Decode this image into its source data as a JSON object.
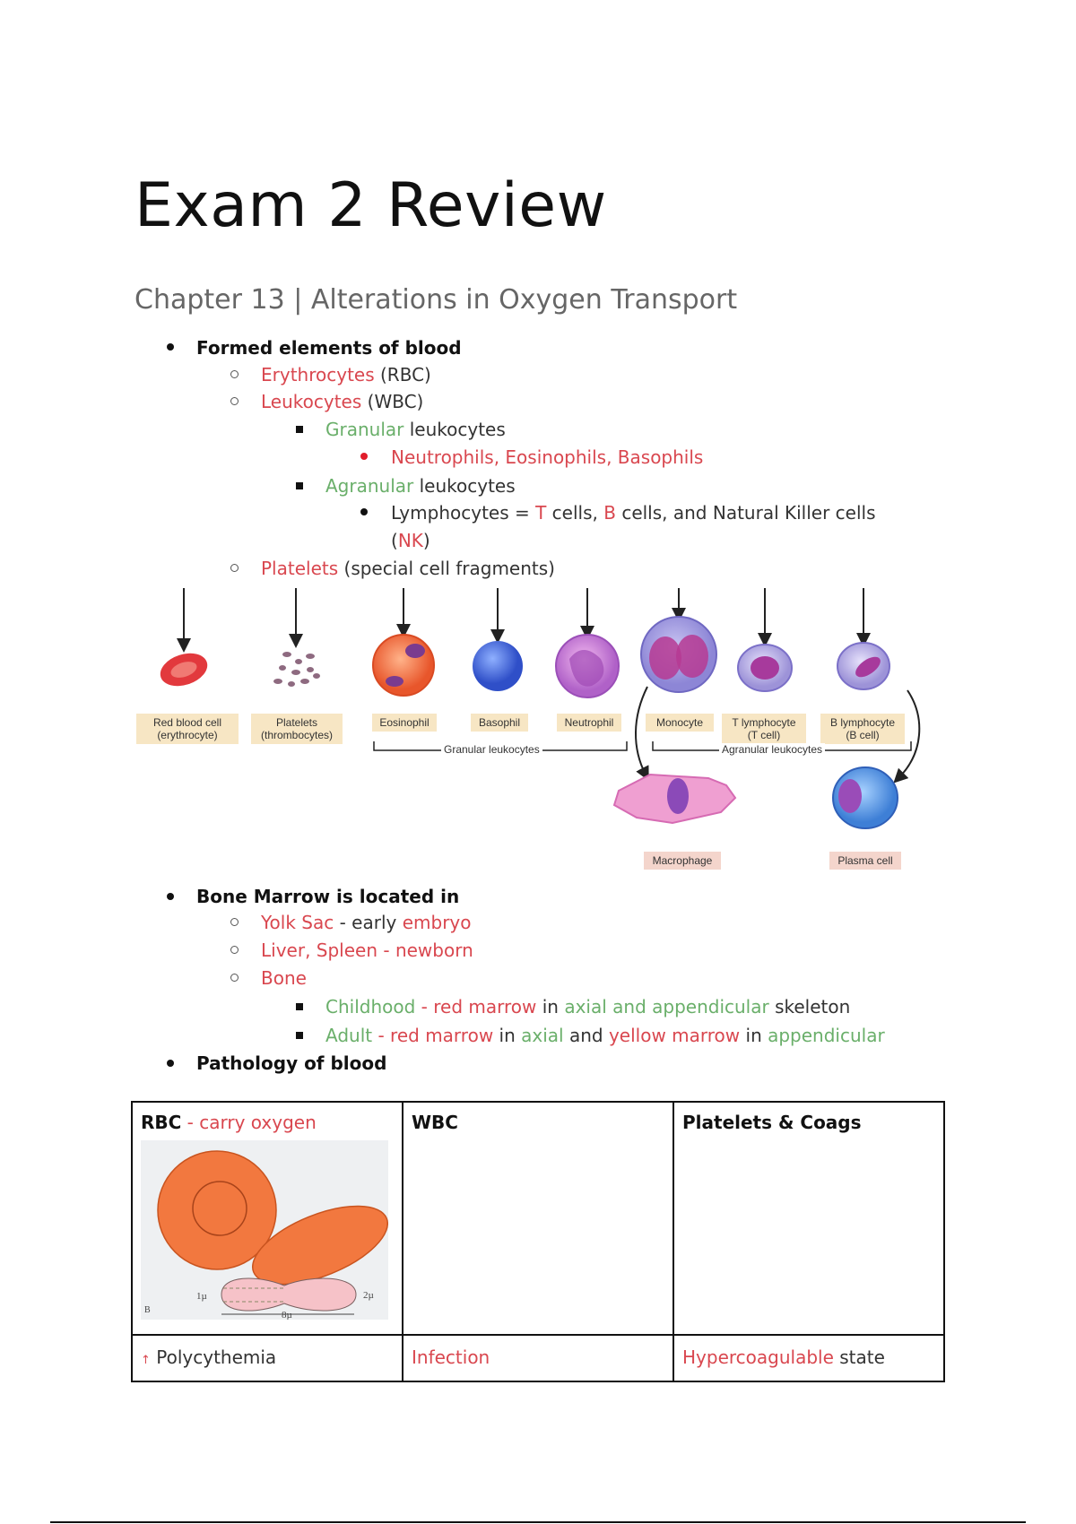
{
  "document": {
    "title": "Exam 2 Review",
    "subtitle": "Chapter 13 | Alterations in Oxygen Transport"
  },
  "outline": {
    "formed_elements": {
      "heading": "Formed elements of blood",
      "erythrocytes": {
        "term": "Erythrocytes",
        "rest": " (RBC)"
      },
      "leukocytes": {
        "term": "Leukocytes",
        "rest": " (WBC)"
      },
      "granular": {
        "term": "Granular",
        "rest": " leukocytes",
        "members": "Neutrophils, Eosinophils, Basophils"
      },
      "agranular": {
        "term": "Agranular",
        "rest": " leukocytes",
        "lymph_a": "Lymphocytes = ",
        "lymph_t": "T",
        "lymph_b1": " cells, ",
        "lymph_b": "B",
        "lymph_b2": " cells, and Natural Killer cells",
        "nk_open": "(",
        "nk": "NK",
        "nk_close": ")"
      },
      "platelets": {
        "term": "Platelets",
        "rest": " (special cell fragments)"
      }
    },
    "bone_marrow": {
      "heading": "Bone Marrow is located in",
      "yolk": {
        "a": "Yolk Sac",
        "b": " - early ",
        "c": "embryo"
      },
      "liver": {
        "a": "Liver, Spleen",
        "b": " - ",
        "c": "newborn"
      },
      "bone": "Bone",
      "childhood": {
        "a": "Childhood",
        "b": " - ",
        "c": "red marrow",
        "d": " in ",
        "e": "axial and appendicular",
        "f": " skeleton"
      },
      "adult": {
        "a": "Adult",
        "b": " - ",
        "c": "red marrow",
        "d": " in ",
        "e": "axial",
        "f": " and ",
        "g": "yellow marrow",
        "h": " in ",
        "i": "appendicular"
      }
    },
    "pathology": {
      "heading": "Pathology of blood"
    }
  },
  "figure": {
    "cells": [
      {
        "label": "Red blood cell",
        "sub": "(erythrocyte)"
      },
      {
        "label": "Platelets",
        "sub": "(thrombocytes)"
      },
      {
        "label": "Eosinophil"
      },
      {
        "label": "Basophil"
      },
      {
        "label": "Neutrophil"
      },
      {
        "label": "Monocyte"
      },
      {
        "label": "T lymphocyte",
        "sub": "(T cell)"
      },
      {
        "label": "B lymphocyte",
        "sub": "(B cell)"
      }
    ],
    "groups": {
      "granular": "Granular leukocytes",
      "agranular": "Agranular leukocytes"
    },
    "derived": {
      "macrophage": "Macrophage",
      "plasma": "Plasma cell"
    },
    "rbc_diagram": {
      "thickness_center": "1µ",
      "thickness_edge": "2µ",
      "diameter": "8µ",
      "fig_letter": "B"
    }
  },
  "table": {
    "headers": [
      {
        "bold": "RBC",
        "sep": " - ",
        "note": "carry oxygen"
      },
      {
        "bold": "WBC"
      },
      {
        "bold": "Platelets & Coags"
      }
    ],
    "row": [
      {
        "arrow": "↑",
        "text": " Polycythemia"
      },
      {
        "text": "Infection"
      },
      {
        "red": "Hypercoagulable",
        "text": " state"
      }
    ]
  },
  "colors": {
    "red_term": "#d9474f",
    "green_term": "#6aaf6a",
    "title": "#111111",
    "subtitle": "#666666"
  }
}
